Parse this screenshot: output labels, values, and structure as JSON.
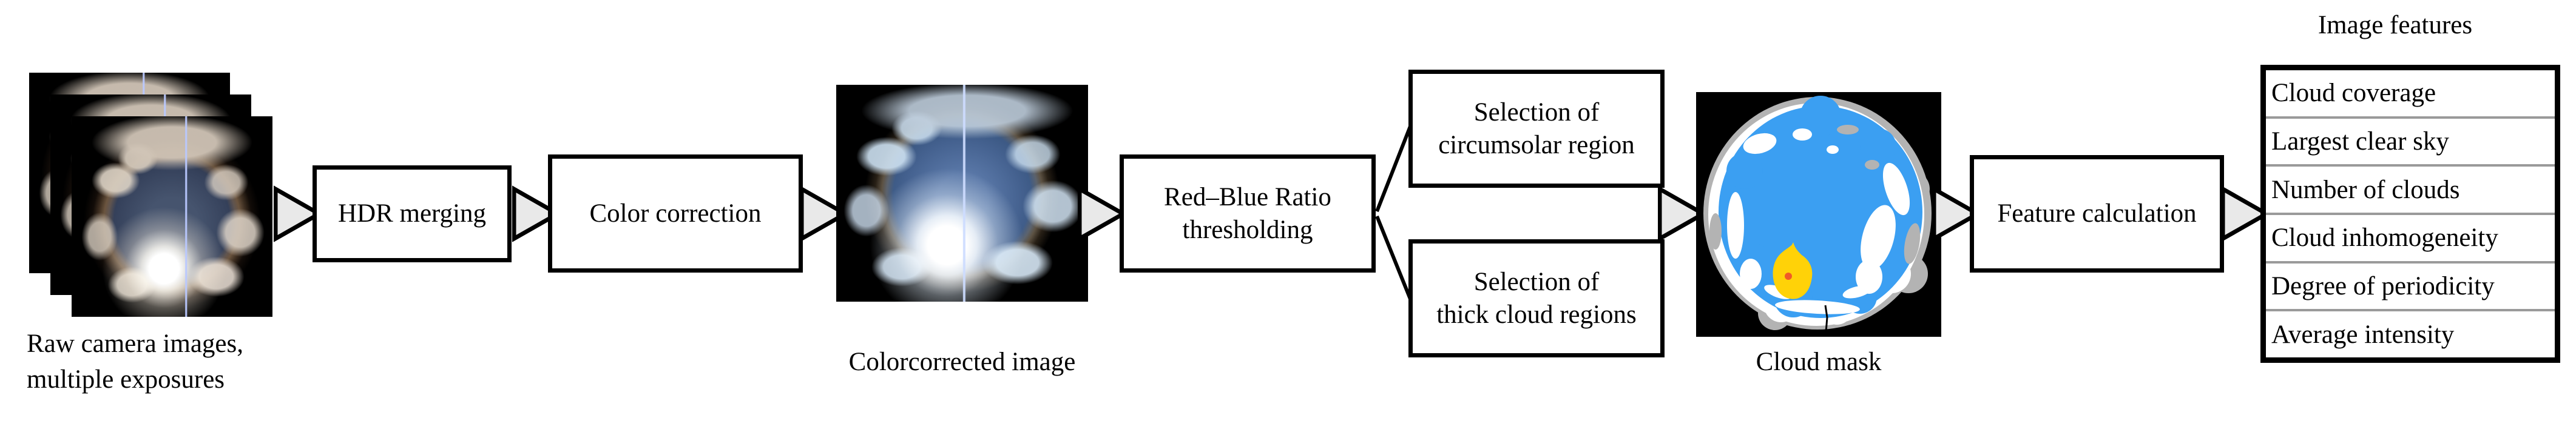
{
  "pipeline": {
    "raw_label": "Raw camera images,\nmultiple exposures",
    "hdr_box": "HDR merging",
    "color_box": "Color correction",
    "corrected_label": "Colorcorrected image",
    "rbr_box": "Red–Blue Ratio\nthresholding",
    "sel_circumsolar_box": "Selection of\ncircumsolar region",
    "sel_thick_box": "Selection of\nthick cloud regions",
    "mask_label": "Cloud mask",
    "feature_box": "Feature calculation",
    "features_title": "Image features",
    "features": [
      "Cloud coverage",
      "Largest clear sky",
      "Number of clouds",
      "Cloud inhomogeneity",
      "Degree of periodicity",
      "Average intensity"
    ],
    "colors": {
      "box_border": "#000000",
      "arrow_fill": "#e9e9e9",
      "table_divider": "#9a9a9a",
      "mask_sky_blue": "#3b9ff2",
      "mask_circumsolar_yellow": "#ffd208",
      "mask_sun_orange": "#f05a28",
      "mask_edge_gray": "#b3b3b3",
      "mask_cloud_white": "#ffffff",
      "mask_background": "#000000"
    }
  }
}
